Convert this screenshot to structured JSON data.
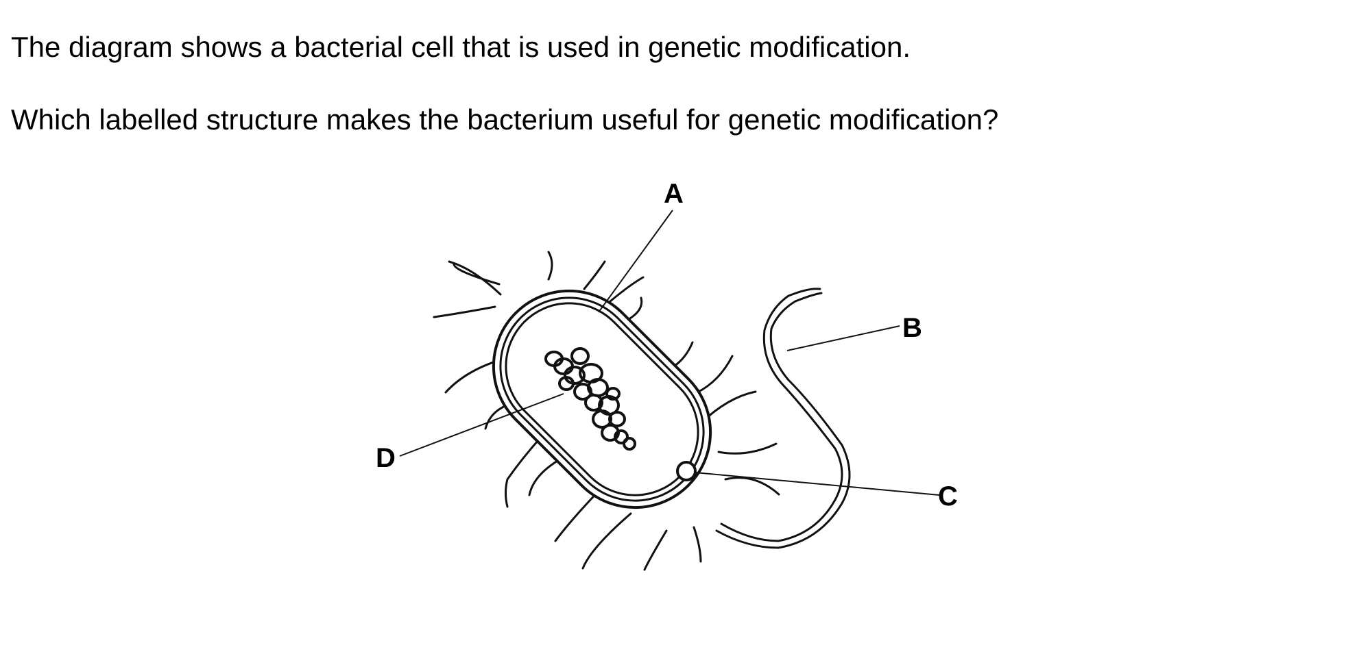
{
  "question": {
    "intro": "The diagram shows a bacterial cell that is used in genetic modification.",
    "prompt": "Which labelled structure makes the bacterium useful for genetic modification?"
  },
  "diagram": {
    "labels": {
      "a": "A",
      "b": "B",
      "c": "C",
      "d": "D"
    }
  }
}
